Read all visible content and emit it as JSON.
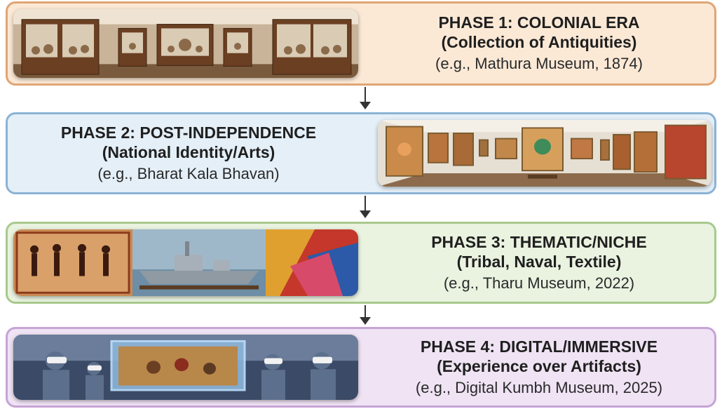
{
  "phases": [
    {
      "title": "PHASE 1: COLONIAL ERA",
      "subtitle": "(Collection of Antiquities)",
      "example": "(e.g., Mathura Museum, 1874)"
    },
    {
      "title": "PHASE 2: POST-INDEPENDENCE",
      "subtitle": "(National Identity/Arts)",
      "example": "(e.g., Bharat Kala Bhavan)"
    },
    {
      "title": "PHASE 3: THEMATIC/NICHE",
      "subtitle": "(Tribal, Naval, Textile)",
      "example": "(e.g., Tharu Museum, 2022)"
    },
    {
      "title": "PHASE 4: DIGITAL/IMMERSIVE",
      "subtitle": "(Experience over Artifacts)",
      "example": "(e.g., Digital Kumbh Museum, 2025)"
    }
  ],
  "colors": {
    "phase1_bg": "#fbe9d6",
    "phase2_bg": "#e4eff8",
    "phase3_bg": "#e9f3e0",
    "phase4_bg": "#efe3f4",
    "arrow": "#333333"
  },
  "icons": [
    "museum-gallery-image",
    "art-gallery-image",
    "thematic-collage-image",
    "vr-immersive-image",
    "down-arrow-icon"
  ]
}
